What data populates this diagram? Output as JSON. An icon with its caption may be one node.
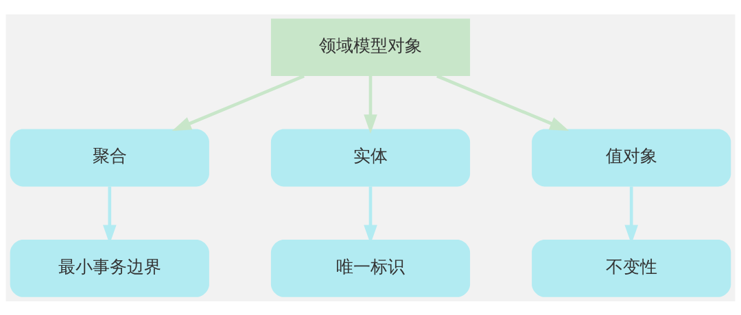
{
  "diagram": {
    "nodes": [
      {
        "text": [
          "领域模型对象"
        ]
      },
      {
        "text": [
          "聚合"
        ]
      },
      {
        "text": [
          "实体"
        ]
      },
      {
        "text": [
          "值对象"
        ]
      },
      {
        "text": [
          "最小事务边界"
        ]
      },
      {
        "text": [
          "唯一标识"
        ]
      },
      {
        "text": [
          "不变性"
        ]
      }
    ],
    "edges": [
      {
        "from": 0,
        "to": 1,
        "arrow": "to"
      },
      {
        "from": 0,
        "to": 2,
        "arrow": "to"
      },
      {
        "from": 0,
        "to": 3,
        "arrow": "to"
      },
      {
        "from": 1,
        "to": 4,
        "arrow": "to",
        "color": "#b2ebf2"
      },
      {
        "from": 2,
        "to": 5,
        "arrow": "to",
        "color": "#b2ebf2"
      },
      {
        "from": 3,
        "to": 6,
        "arrow": "to",
        "color": "#b2ebf2"
      }
    ]
  }
}
